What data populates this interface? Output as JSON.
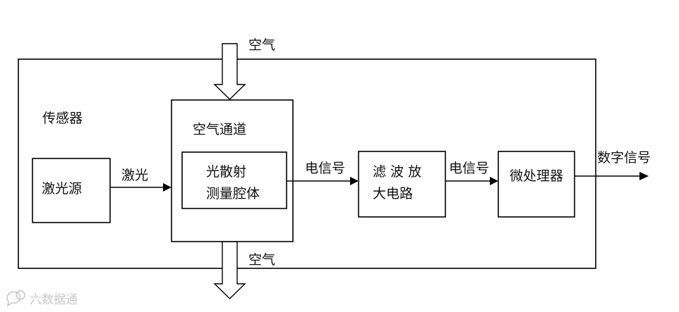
{
  "labels": {
    "air_in": "空气",
    "air_out": "空气",
    "sensor": "传感器",
    "laser_source": "激光源",
    "laser": "激光",
    "air_channel": "空气通道",
    "cavity_line1": "光散射",
    "cavity_line2": "测量腔体",
    "signal_1": "电信号",
    "filter_line1": "滤 波 放",
    "filter_line2": "大电路",
    "signal_2": "电信号",
    "mcu": "微处理器",
    "digital_signal": "数字信号"
  },
  "watermark": {
    "text": "六数据通",
    "icon": "speech-bubble-logo-icon"
  }
}
